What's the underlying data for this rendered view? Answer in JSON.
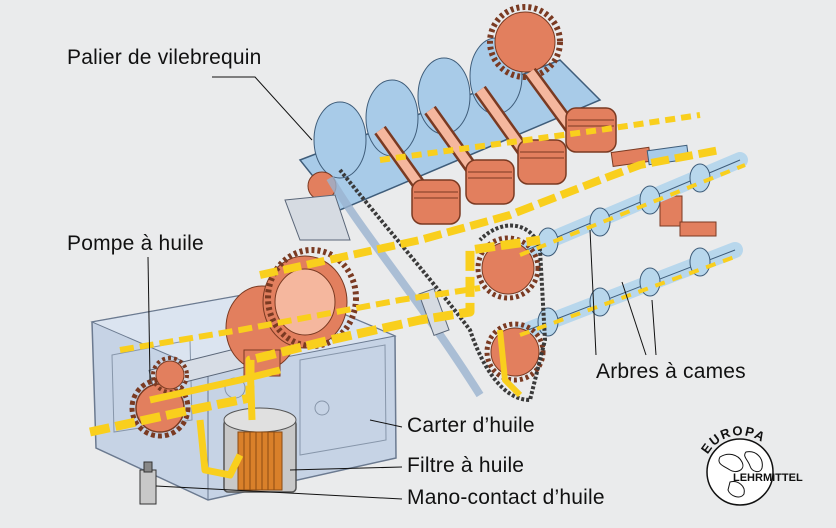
{
  "colors": {
    "background": "#eaebec",
    "oil_flow": "#f9cf1d",
    "oil_flow_stroke": "#c99a00",
    "block": "#c6d3e5",
    "crankshaft_blue": "#a8cbe8",
    "piston_orange": "#e27f5e",
    "piston_light": "#f5b79e",
    "camshaft": "#b8d7ec",
    "chain": "#3a3a3a",
    "filter": "#c8c8c8",
    "filter_media": "#d9802a",
    "text": "#111111"
  },
  "labels": {
    "crank_bearing": "Palier de vilebrequin",
    "oil_pump": "Pompe à huile",
    "camshafts": "Arbres à cames",
    "oil_pan": "Carter d’huile",
    "oil_filter": "Filtre à huile",
    "oil_pressure_switch": "Mano-contact d’huile"
  },
  "logo": {
    "top_text": "EUROPA",
    "bottom_text": "LEHRMITTEL",
    "icon": "globe-icon"
  }
}
